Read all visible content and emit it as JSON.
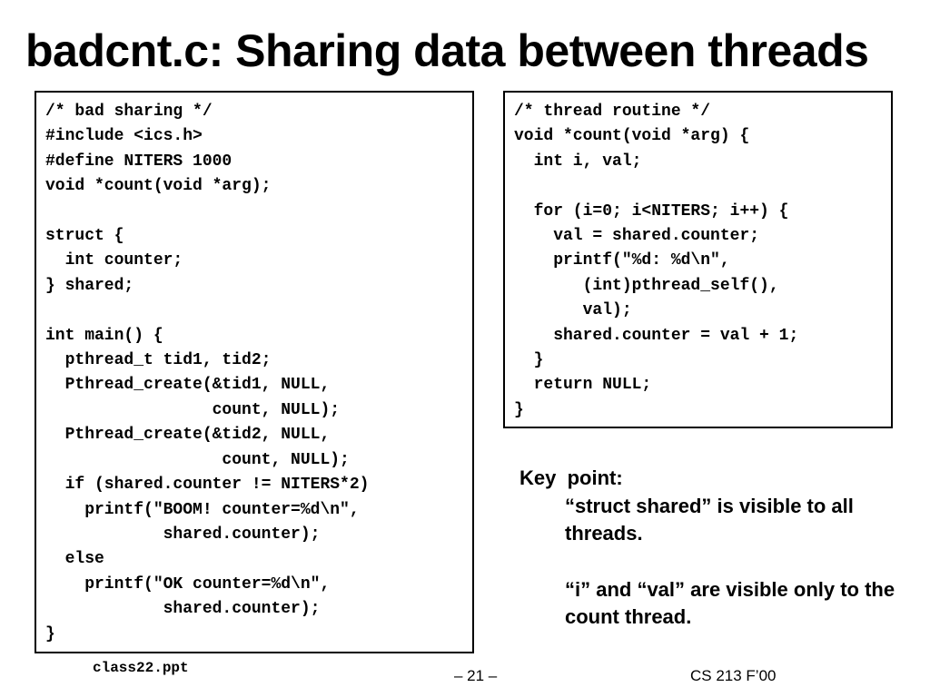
{
  "slide": {
    "title": "badcnt.c: Sharing data between threads"
  },
  "left_code": {
    "text": "/* bad sharing */\n#include <ics.h>\n#define NITERS 1000\nvoid *count(void *arg);\n\nstruct {\n  int counter;\n} shared;\n\nint main() {\n  pthread_t tid1, tid2;\n  Pthread_create(&tid1, NULL,\n                 count, NULL);\n  Pthread_create(&tid2, NULL,\n                  count, NULL);\n  if (shared.counter != NITERS*2)\n    printf(\"BOOM! counter=%d\\n\",\n            shared.counter);\n  else\n    printf(\"OK counter=%d\\n\",\n            shared.counter);\n}"
  },
  "right_code": {
    "text": "/* thread routine */\nvoid *count(void *arg) {\n  int i, val;\n\n  for (i=0; i<NITERS; i++) {\n    val = shared.counter;\n    printf(\"%d: %d\\n\",\n       (int)pthread_self(),\n       val);\n    shared.counter = val + 1;\n  }\n  return NULL;\n}"
  },
  "key_point": {
    "heading": "Key  point:",
    "line1": "“struct shared” is visible to all threads.",
    "line2": "“i” and “val” are visible only to the count thread."
  },
  "footer": {
    "filename": "class22.ppt",
    "page": "– 21 –",
    "course": "CS 213 F’00"
  }
}
